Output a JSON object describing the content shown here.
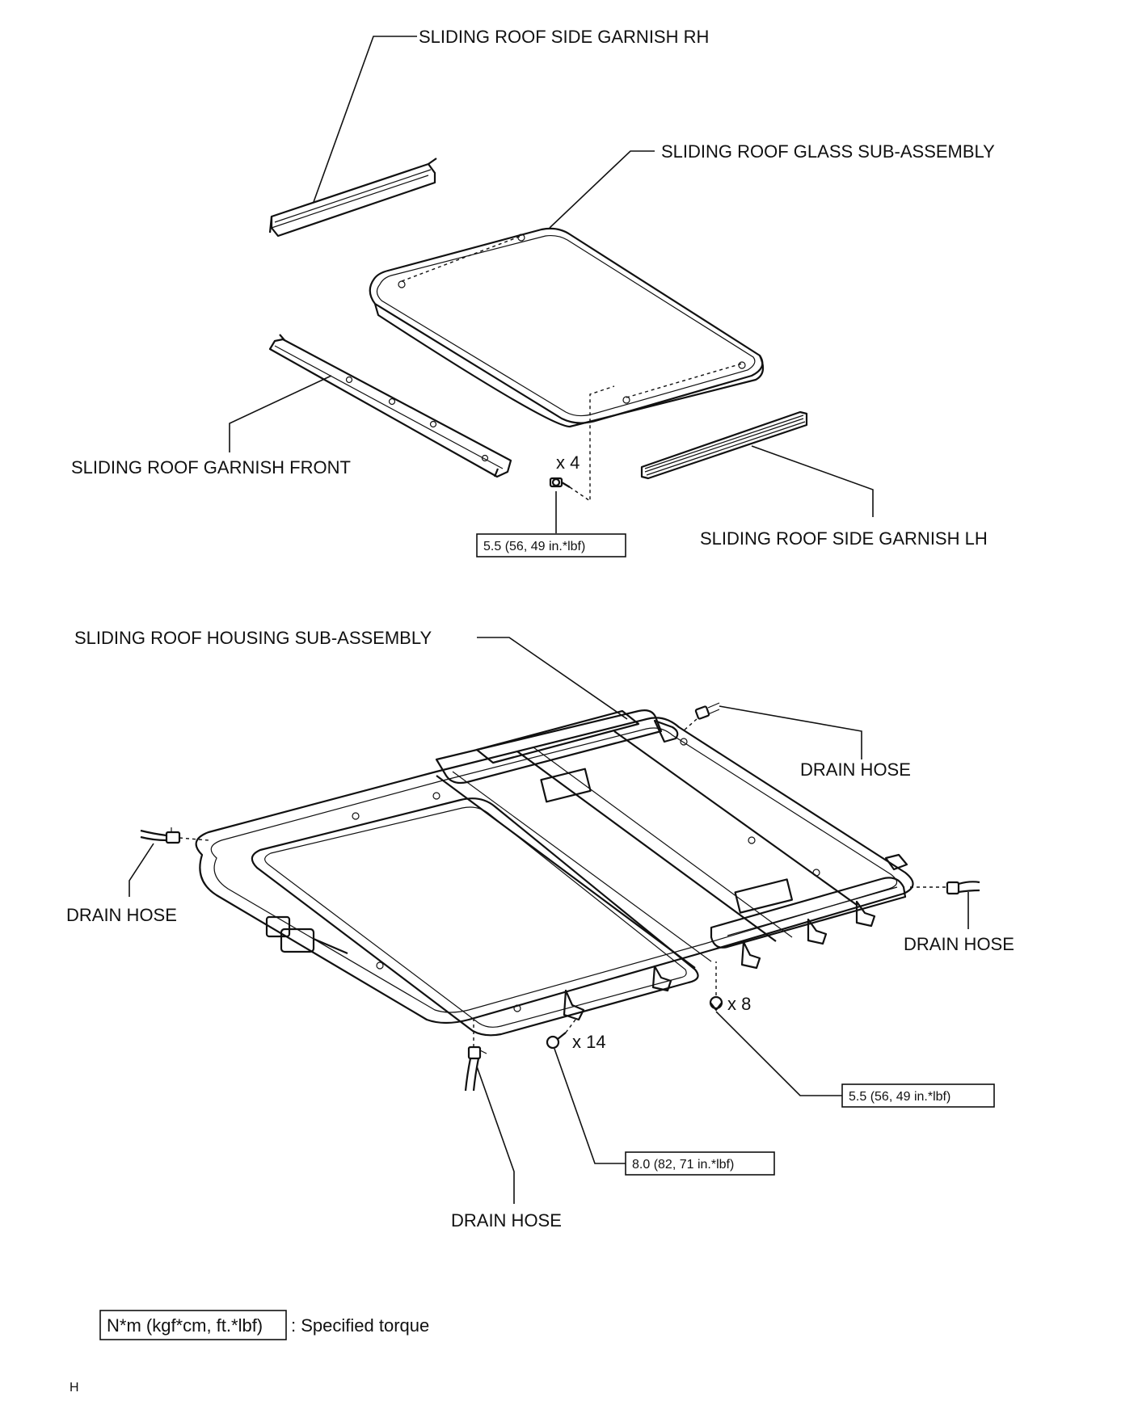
{
  "labels": {
    "side_garnish_rh": "SLIDING ROOF SIDE GARNISH RH",
    "glass_sub_assembly": "SLIDING ROOF GLASS SUB-ASSEMBLY",
    "garnish_front": "SLIDING ROOF GARNISH FRONT",
    "side_garnish_lh": "SLIDING ROOF SIDE GARNISH LH",
    "housing_sub_assembly": "SLIDING ROOF HOUSING SUB-ASSEMBLY",
    "drain_hose_rear_right": "DRAIN HOSE",
    "drain_hose_left": "DRAIN HOSE",
    "drain_hose_right": "DRAIN HOSE",
    "drain_hose_front": "DRAIN HOSE"
  },
  "quantities": {
    "glass_bolts": "x 4",
    "housing_nuts": "x 8",
    "housing_bolts": "x 14"
  },
  "torques": {
    "glass_bolts": "5.5 (56, 49 in.*lbf)",
    "housing_nuts": "5.5 (56, 49 in.*lbf)",
    "housing_bolts": "8.0 (82, 71 in.*lbf)"
  },
  "legend": {
    "units_box": "N*m (kgf*cm, ft.*lbf)",
    "description": ": Specified torque"
  },
  "corner_code": "H"
}
